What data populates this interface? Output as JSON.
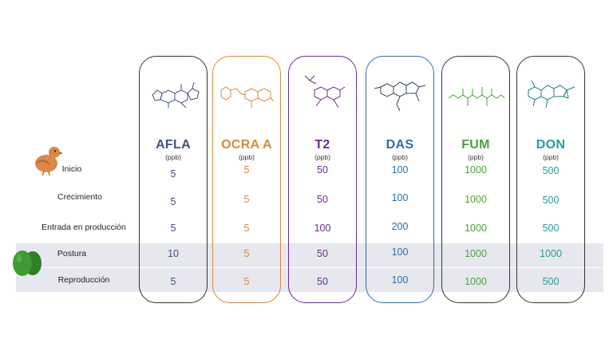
{
  "rows": [
    {
      "label": "Inicio"
    },
    {
      "label": "Crecimiento"
    },
    {
      "label": "Entrada en producción"
    },
    {
      "label": "Postura"
    },
    {
      "label": "Reproducción"
    }
  ],
  "columns": [
    {
      "name": "AFLA",
      "unit": "(ppb)",
      "color": "#44507f",
      "values": [
        "5",
        "5",
        "5",
        "10",
        "5"
      ]
    },
    {
      "name": "OCRA A",
      "unit": "(ppb)",
      "color": "#d5893f",
      "values": [
        "5",
        "5",
        "5",
        "5",
        "5"
      ]
    },
    {
      "name": "T2",
      "unit": "(ppb)",
      "color": "#6a2c86",
      "values": [
        "50",
        "50",
        "100",
        "50",
        "50"
      ]
    },
    {
      "name": "DAS",
      "unit": "(ppb)",
      "color": "#2e6fa8",
      "values": [
        "100",
        "100",
        "200",
        "100",
        "100"
      ]
    },
    {
      "name": "FUM",
      "unit": "(ppb)",
      "color": "#49a33a",
      "values": [
        "1000",
        "1000",
        "1000",
        "1000",
        "1000"
      ]
    },
    {
      "name": "DON",
      "unit": "(ppb)",
      "color": "#2a9a9a",
      "values": [
        "500",
        "500",
        "500",
        "1000",
        "500"
      ]
    }
  ],
  "icons": {
    "chick": "chick-icon",
    "eggs": "eggs-icon"
  },
  "colors": {
    "band": "#e6e7ef",
    "chick": "#d9894a",
    "eggs": "#3f9a35"
  }
}
